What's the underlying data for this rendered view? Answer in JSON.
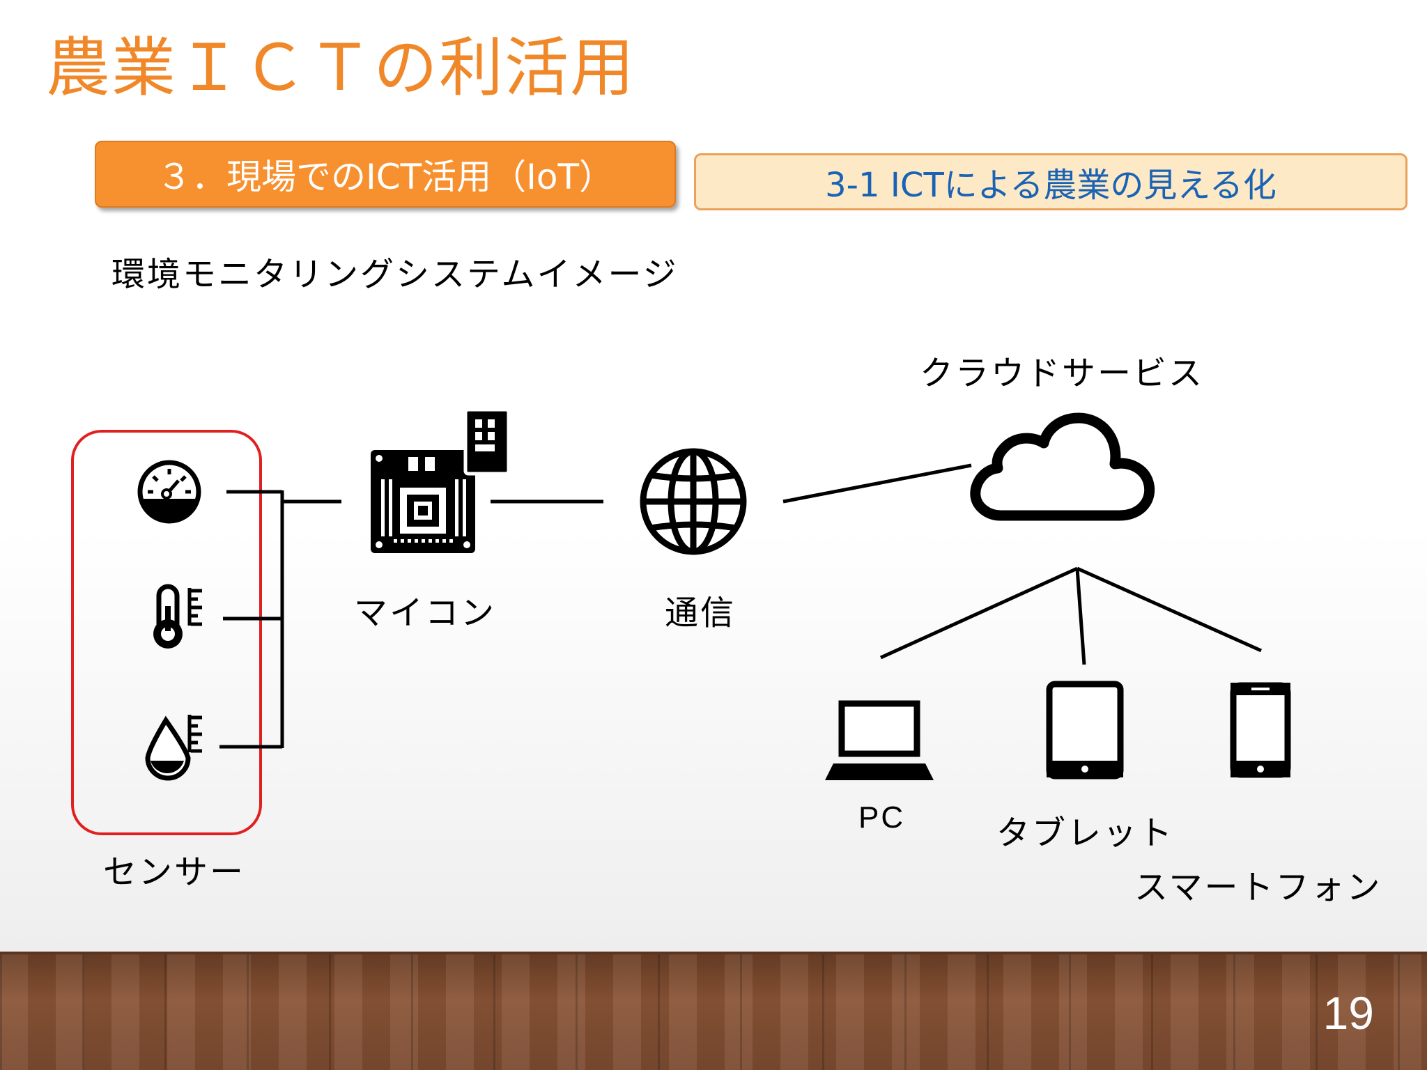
{
  "slide": {
    "title": "農業ＩＣＴの利活用",
    "section_label": "３．現場でのICT活用（IoT）",
    "subsection_label": "3-1 ICTによる農業の見える化",
    "diagram_title": "環境モニタリングシステムイメージ",
    "page_number": "19"
  },
  "diagram": {
    "sensor_label": "センサー",
    "microcontroller_label": "マイコン",
    "network_label": "通信",
    "cloud_label": "クラウドサービス",
    "devices": {
      "pc_label": "PC",
      "tablet_label": "タブレット",
      "smartphone_label": "スマートフォン"
    }
  },
  "colors": {
    "title": "#f0882a",
    "section_fill": "#f7902e",
    "subsection_fill": "#fde9c6",
    "subsection_text": "#1a63b4",
    "sensor_frame": "#e02020"
  },
  "icons": [
    "gauge-icon",
    "thermometer-icon",
    "humidity-icon",
    "microcontroller-icon",
    "globe-icon",
    "cloud-icon",
    "laptop-icon",
    "tablet-icon",
    "smartphone-icon"
  ]
}
